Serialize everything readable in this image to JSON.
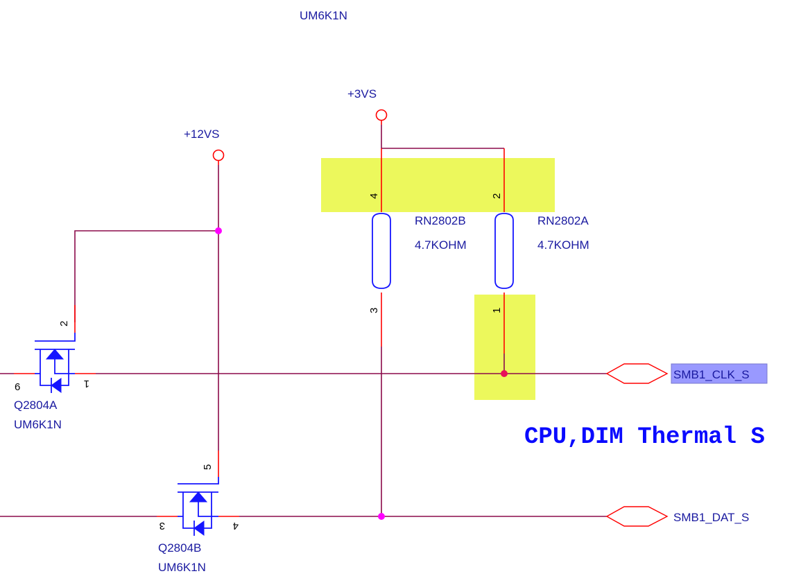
{
  "title": "CPU,DIM Thermal S",
  "colors": {
    "wire": "#8b0a4a",
    "pin_line": "#ff0000",
    "component_body": "#1515ff",
    "label_text": "#1a1aa0",
    "title_text": "#0a0aff",
    "junction": "#ff00ff",
    "highlight": "#ecf85c",
    "selected_label_bg": "#9999ff"
  },
  "top_partial_label": "UM6K1N",
  "power": {
    "vs12": {
      "label": "+12VS",
      "icon": "power-port-circle"
    },
    "vs3": {
      "label": "+3VS",
      "icon": "power-port-circle"
    }
  },
  "resistors": [
    {
      "ref": "RN2802B",
      "value": "4.7KOHM",
      "pin_top": "4",
      "pin_bottom": "3"
    },
    {
      "ref": "RN2802A",
      "value": "4.7KOHM",
      "pin_top": "2",
      "pin_bottom": "1"
    }
  ],
  "transistors": [
    {
      "ref": "Q2804A",
      "part": "UM6K1N",
      "pin_gate": "2",
      "pin_left": "6",
      "pin_right": "1"
    },
    {
      "ref": "Q2804B",
      "part": "UM6K1N",
      "pin_gate": "5",
      "pin_left": "3",
      "pin_right": "4"
    }
  ],
  "nets": [
    {
      "name": "SMB1_CLK_S",
      "selected": true
    },
    {
      "name": "SMB1_DAT_S",
      "selected": false
    }
  ]
}
